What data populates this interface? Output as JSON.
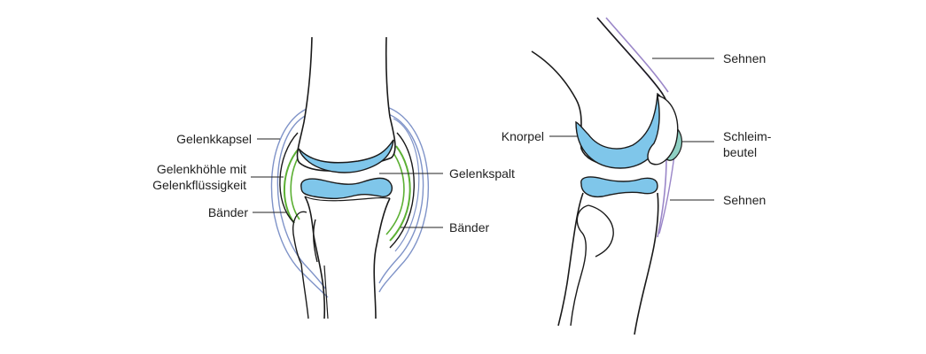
{
  "colors": {
    "bone_outline": "#1a1a1a",
    "cartilage": "#7fc6ea",
    "capsule": "#7f93c8",
    "ligament": "#5cb034",
    "tendon": "#9a86c8",
    "bursa": "#8fd0c3",
    "leader": "#222222"
  },
  "front_view": {
    "labels": {
      "capsule": "Gelenkkapsel",
      "cavity_line1": "Gelenkhöhle mit",
      "cavity_line2": "Gelenkflüssigkeit",
      "ligaments_left": "Bänder",
      "joint_gap": "Gelenkspalt",
      "ligaments_right": "Bänder"
    }
  },
  "side_view": {
    "labels": {
      "cartilage": "Knorpel",
      "tendons_top": "Sehnen",
      "bursa_line1": "Schleim-",
      "bursa_line2": "beutel",
      "tendons_bottom": "Sehnen"
    }
  }
}
